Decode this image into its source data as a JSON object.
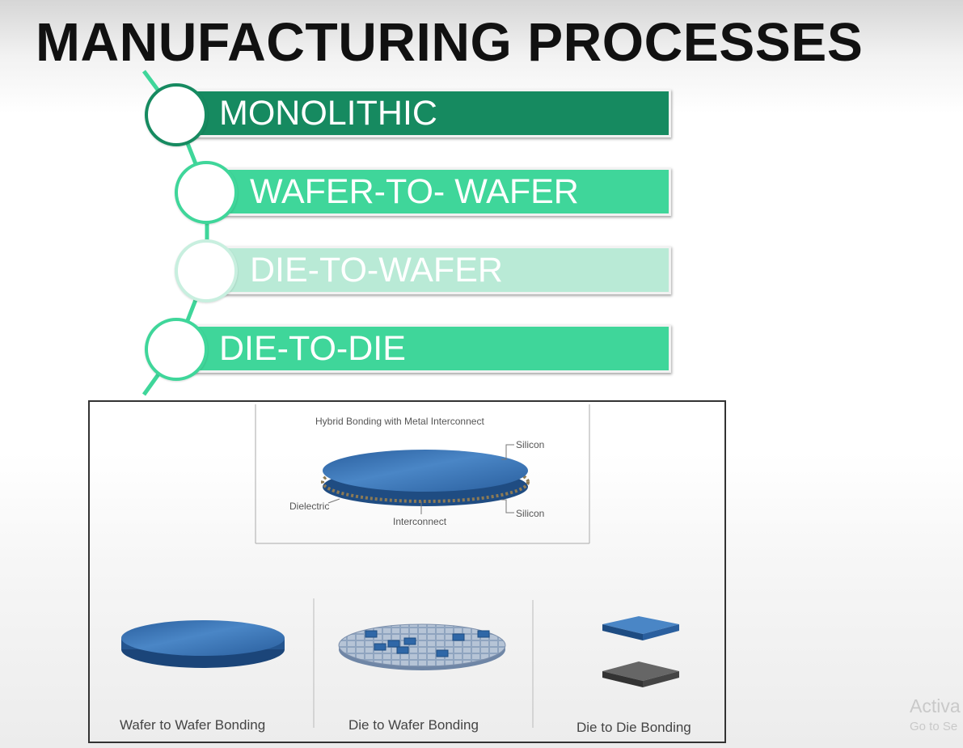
{
  "title": "MANUFACTURING PROCESSES",
  "items": [
    {
      "label": "MONOLITHIC",
      "color": "#168a60",
      "ring": "#168a60"
    },
    {
      "label": "WAFER-TO- WAFER",
      "color": "#3fd69a",
      "ring": "#3fd69a"
    },
    {
      "label": "DIE-TO-WAFER",
      "color": "#b9ead6",
      "ring": "#c8efdf"
    },
    {
      "label": "DIE-TO-DIE",
      "color": "#3fd69a",
      "ring": "#3fd69a"
    }
  ],
  "hybrid": {
    "title": "Hybrid Bonding with Metal Interconnect",
    "silicon_top": "Silicon",
    "dielectric": "Dielectric",
    "interconnect": "Interconnect",
    "silicon_bottom": "Silicon"
  },
  "bonding": {
    "wafer_to_wafer": "Wafer to Wafer Bonding",
    "die_to_wafer": "Die to Wafer Bonding",
    "die_to_die": "Die to Die Bonding"
  },
  "watermark": {
    "line1": "Activa",
    "line2": "Go to Se"
  },
  "colors": {
    "wafer_blue": "#2f67a7",
    "die_gray": "#555555"
  }
}
